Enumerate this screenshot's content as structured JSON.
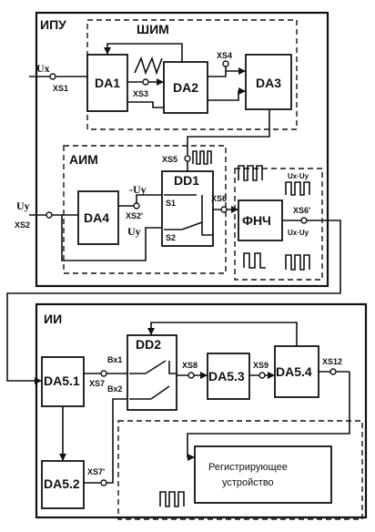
{
  "groups": {
    "ipu": "ИПУ",
    "shim": "ШИМ",
    "aim": "АИМ",
    "ii": "ИИ"
  },
  "blocks": {
    "da1": "DA1",
    "da2": "DA2",
    "da3": "DA3",
    "da4": "DA4",
    "dd1": "DD1",
    "fnch": "ФНЧ",
    "dd2": "DD2",
    "da51": "DA5.1",
    "da52": "DA5.2",
    "da53": "DA5.3",
    "da54": "DA5.4",
    "reg_line1": "Регистрирующее",
    "reg_line2": "устройство"
  },
  "connectors": {
    "xs1": "XS1",
    "xs2": "XS2",
    "xs3": "XS3",
    "xs4": "XS4",
    "xs5": "XS5",
    "xs2p": "XS2'",
    "xs6": "XS6",
    "xs6p": "XS6'",
    "xs7": "XS7",
    "xs7p": "XS7'",
    "xs8": "XS8",
    "xs9": "XS9",
    "xs12": "XS12"
  },
  "signals": {
    "ux": "Ux",
    "uy_in": "Uy",
    "minus_uy": "-Uy",
    "uy": "Uy",
    "s1": "S1",
    "s2": "S2",
    "ux_uy_top": "Ux·Uy",
    "ux_uy_bottom": "Ux·Uy",
    "bx1": "Вх1",
    "bx2": "Вх2"
  }
}
